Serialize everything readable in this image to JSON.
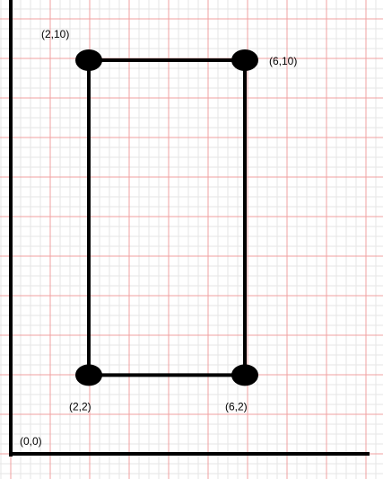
{
  "colors": {
    "minor_grid": "#e6e6e6",
    "major_grid": "#f0a0a0",
    "ink": "#000000"
  },
  "origin": {
    "x": 0,
    "y": 0,
    "label": "(0,0)"
  },
  "points": [
    {
      "id": "p-2-10",
      "x": 2,
      "y": 10,
      "label": "(2,10)",
      "label_anchor": "top-left"
    },
    {
      "id": "p-6-10",
      "x": 6,
      "y": 10,
      "label": "(6,10)",
      "label_anchor": "right"
    },
    {
      "id": "p-2-2",
      "x": 2,
      "y": 2,
      "label": "(2,2)",
      "label_anchor": "below"
    },
    {
      "id": "p-6-2",
      "x": 6,
      "y": 2,
      "label": "(6,2)",
      "label_anchor": "below"
    }
  ],
  "rectangle": [
    "p-2-10",
    "p-6-10",
    "p-6-2",
    "p-2-2"
  ]
}
